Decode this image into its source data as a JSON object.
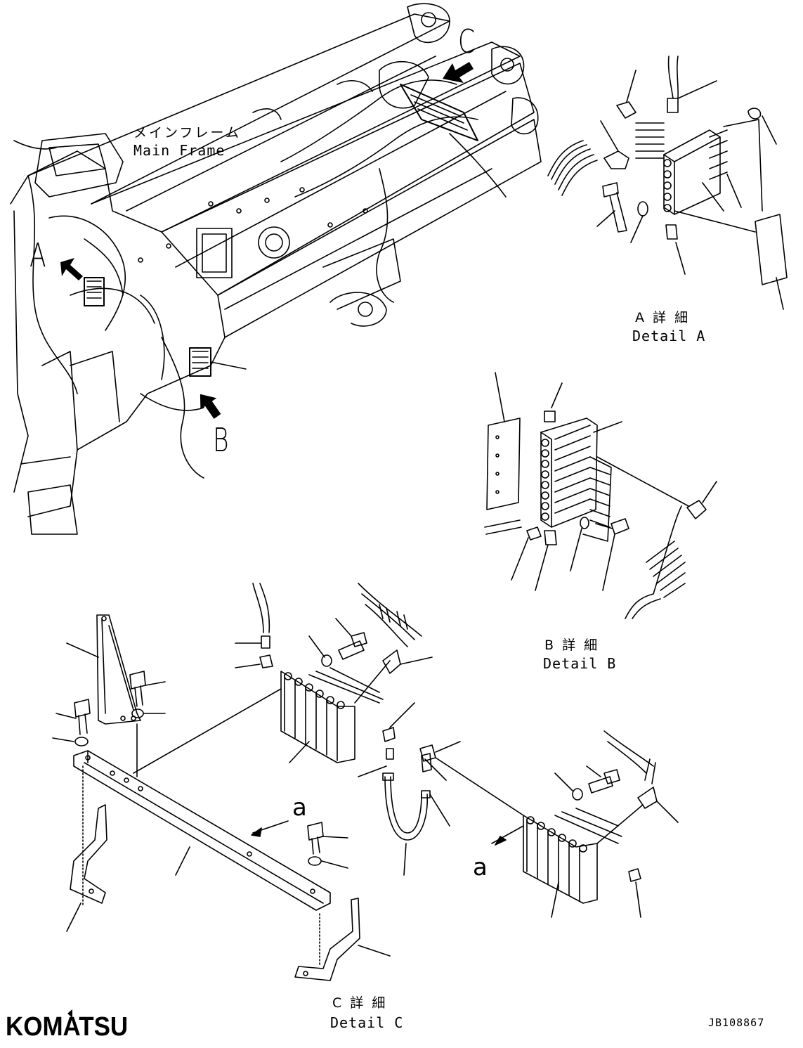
{
  "labels": {
    "main_frame_jp": "メインフレーム",
    "main_frame_en": "Main Frame",
    "callout_a": "A",
    "callout_b": "B",
    "callout_c": "C",
    "detail_a_jp": "A 詳 細",
    "detail_a_en": "Detail A",
    "detail_b_jp": "B 詳 細",
    "detail_b_en": "Detail B",
    "detail_c_jp": "C 詳 細",
    "detail_c_en": "Detail C",
    "view_a_1": "a",
    "view_a_2": "a"
  },
  "footer": {
    "logo": "KOMATSU",
    "drawing_code": "JB108867"
  }
}
